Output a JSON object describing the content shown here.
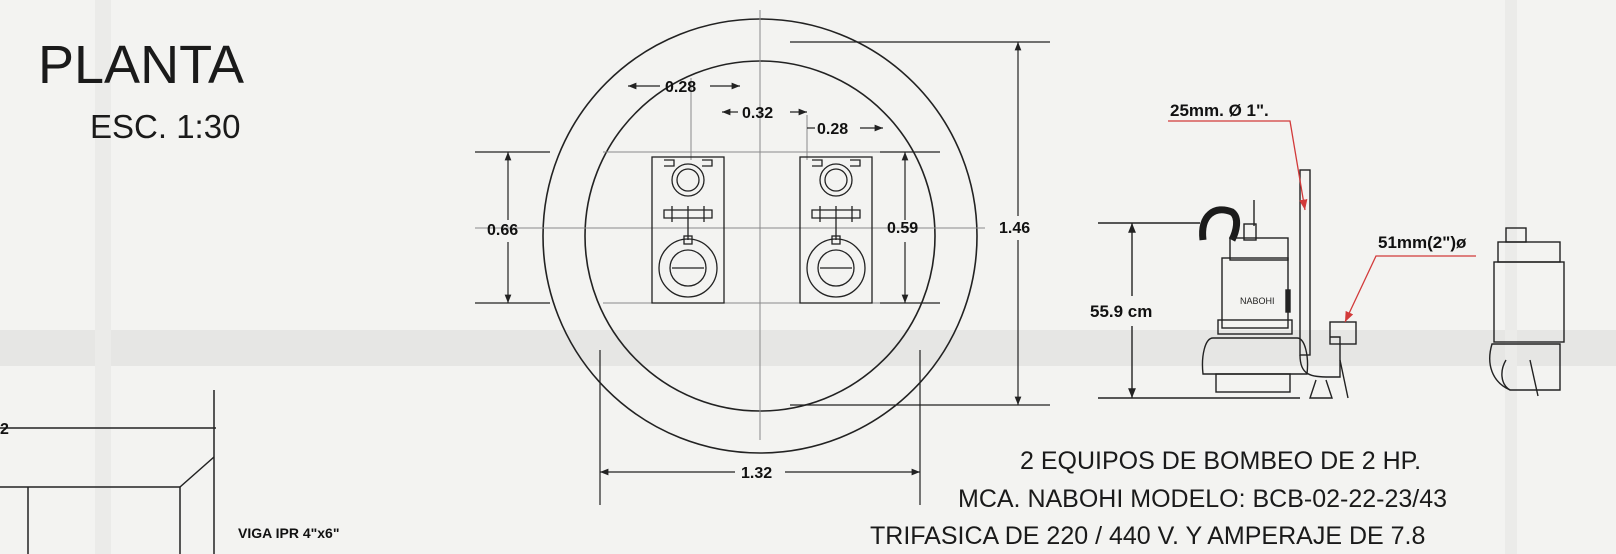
{
  "title": "PLANTA",
  "scale": "ESC. 1:30",
  "dims": {
    "pump_gap_left": "0.28",
    "pump_spacing": "0.32",
    "pump_gap_right": "0.28",
    "well_height": "0.66",
    "pump_height": "0.59",
    "outer_dia": "1.46",
    "inner_dia": "1.32",
    "pump_height_cm": "55.9 cm"
  },
  "callouts": {
    "discharge": "25mm. Ø 1\".",
    "outlet": "51mm(2\")ø",
    "beam": "VIGA IPR 4\"x6\"",
    "brand": "NABOHI"
  },
  "spec": {
    "line1": "2 EQUIPOS DE BOMBEO DE 2 HP.",
    "line2": "MCA. NABOHI  MODELO: BCB-02-22-23/43",
    "line3": "TRIFASICA DE 220 / 440 V. Y AMPERAJE DE 7.8"
  },
  "colors": {
    "ink": "#222222",
    "leader": "#d23a3a",
    "paper": "#f3f3f1"
  }
}
